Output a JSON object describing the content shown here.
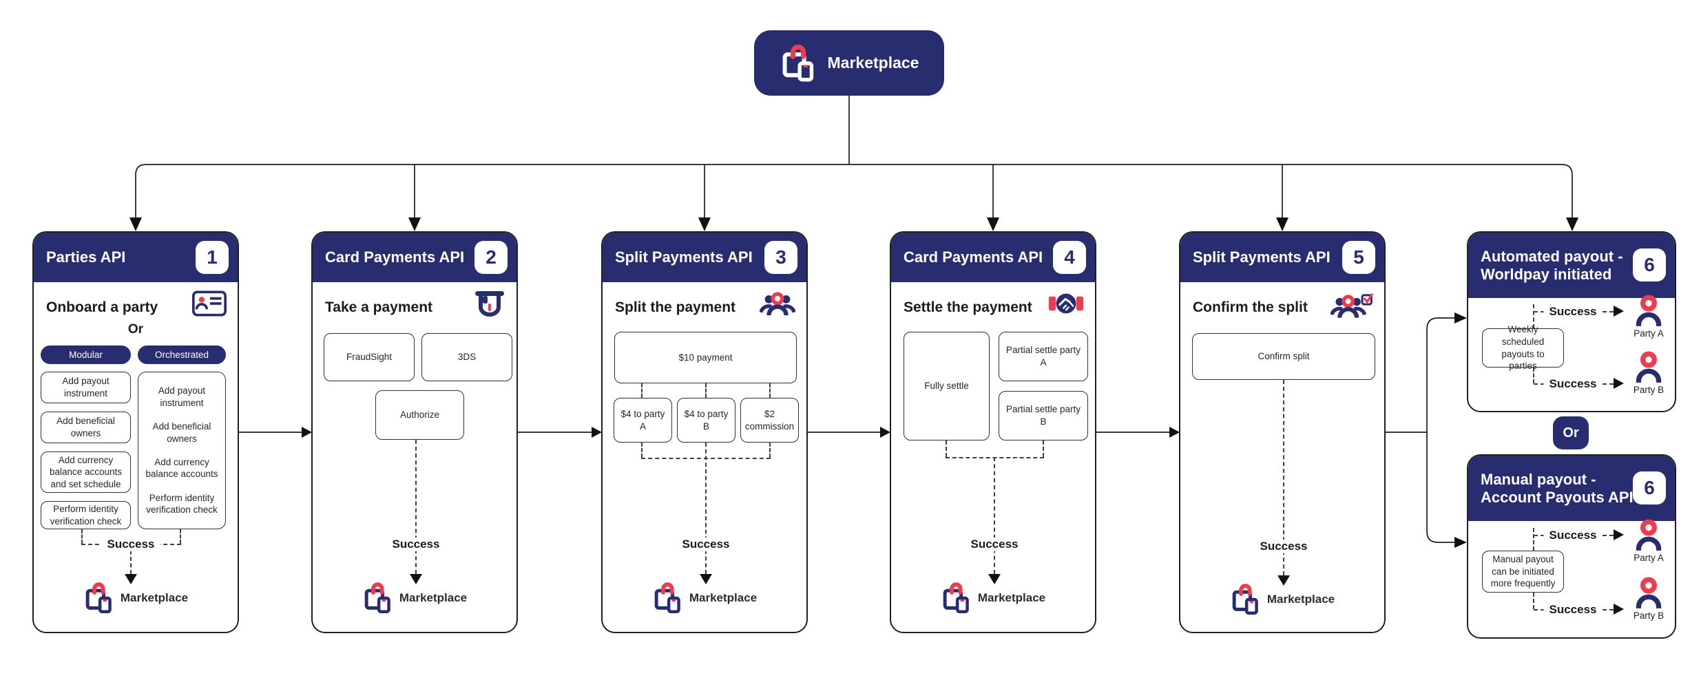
{
  "colors": {
    "navy": "#272d6e",
    "red": "#ee3c4e",
    "line": "#1c1c1c"
  },
  "root": {
    "title": "Marketplace"
  },
  "labels": {
    "success": "Success",
    "marketplace": "Marketplace",
    "or": "Or"
  },
  "columns": [
    {
      "number": "1",
      "title": "Parties API",
      "subtitle": "Onboard a party",
      "icon": "id-card-icon",
      "or_label": "Or",
      "pills": [
        "Modular",
        "Orchestrated"
      ],
      "modular_steps": [
        "Add payout instrument",
        "Add beneficial owners",
        "Add currency balance accounts and set schedule",
        "Perform identity verification check"
      ],
      "orchestrated_steps": [
        "Add payout instrument",
        "Add beneficial owners",
        "Add currency balance accounts",
        "Perform identity verification check"
      ]
    },
    {
      "number": "2",
      "title": "Card Payments API",
      "subtitle": "Take a payment",
      "icon": "card-terminal-icon",
      "options": [
        "FraudSight",
        "3DS"
      ],
      "action": "Authorize"
    },
    {
      "number": "3",
      "title": "Split Payments API",
      "subtitle": "Split the payment",
      "icon": "people-group-icon",
      "payment": "$10 payment",
      "splits": [
        "$4 to party A",
        "$4 to party B",
        "$2 commission"
      ]
    },
    {
      "number": "4",
      "title": "Card Payments API",
      "subtitle": "Settle the payment",
      "icon": "handshake-icon",
      "full": "Fully settle",
      "partials": [
        "Partial settle party A",
        "Partial settle party B"
      ]
    },
    {
      "number": "5",
      "title": "Split Payments API",
      "subtitle": "Confirm the split",
      "icon": "people-check-icon",
      "action": "Confirm split"
    }
  ],
  "payouts": {
    "automated": {
      "number": "6",
      "title_line1": "Automated payout -",
      "title_line2": "Worldpay initiated",
      "note": "Weekly scheduled payouts to parties",
      "parties": [
        "Party A",
        "Party B"
      ]
    },
    "or": "Or",
    "manual": {
      "number": "6",
      "title_line1": "Manual payout -",
      "title_line2": "Account Payouts API",
      "note": "Manual payout can be initiated more frequently",
      "parties": [
        "Party A",
        "Party B"
      ]
    }
  }
}
